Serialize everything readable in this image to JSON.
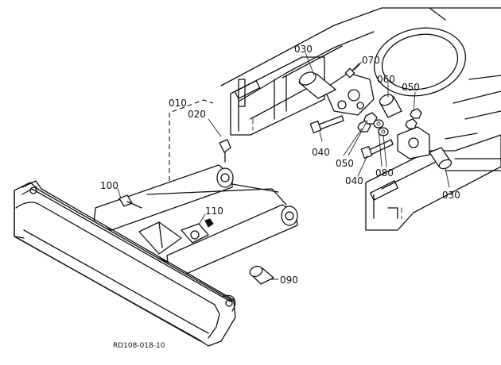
{
  "parts": [
    {
      "id": "p010",
      "label": "010"
    },
    {
      "id": "p020",
      "label": "020"
    },
    {
      "id": "p030a",
      "label": "030"
    },
    {
      "id": "p030b",
      "label": "030"
    },
    {
      "id": "p040a",
      "label": "040"
    },
    {
      "id": "p040b",
      "label": "040"
    },
    {
      "id": "p050a",
      "label": "050"
    },
    {
      "id": "p050b",
      "label": "050"
    },
    {
      "id": "p060",
      "label": "060"
    },
    {
      "id": "p070",
      "label": "070"
    },
    {
      "id": "p080",
      "label": "080"
    },
    {
      "id": "p090",
      "label": "090"
    },
    {
      "id": "p100",
      "label": "100"
    },
    {
      "id": "p110",
      "label": "110"
    }
  ],
  "drawing_code": "RD108-018-10"
}
